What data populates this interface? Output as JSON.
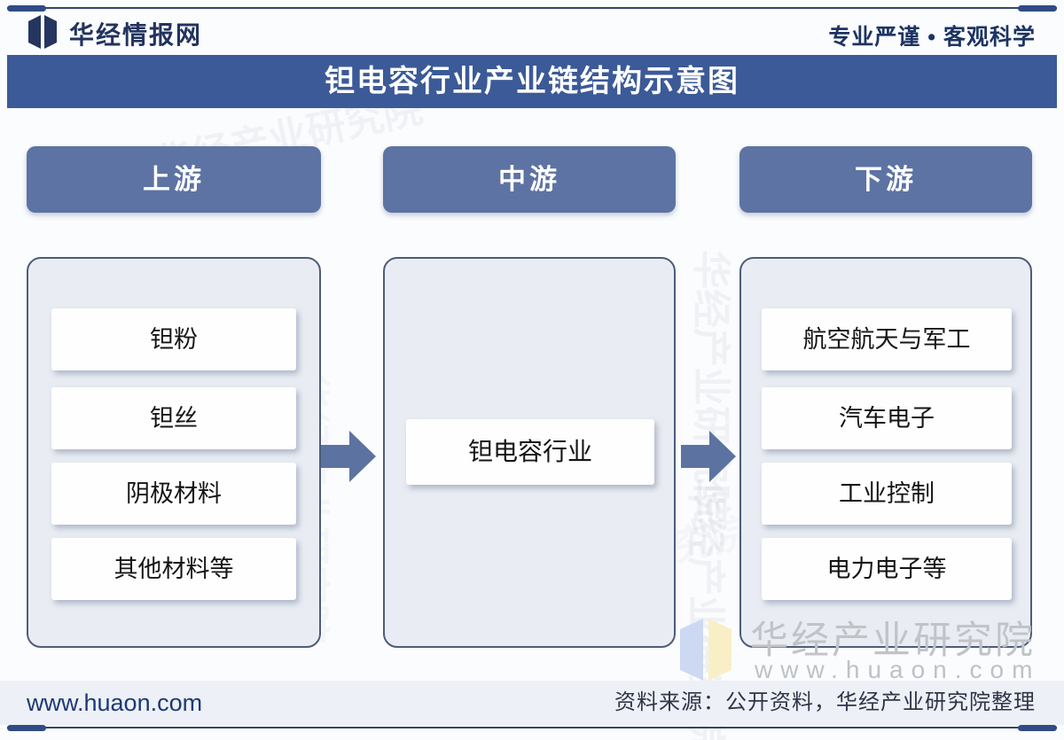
{
  "brand": {
    "logo": "open-book-icon",
    "name": "华经情报网",
    "tagline": "专业严谨 • 客观科学"
  },
  "title": "钽电容行业产业链结构示意图",
  "chain": {
    "upstream": {
      "header": "上游",
      "items": [
        "钽粉",
        "钽丝",
        "阴极材料",
        "其他材料等"
      ]
    },
    "midstream": {
      "header": "中游",
      "items": [
        "钽电容行业"
      ]
    },
    "downstream": {
      "header": "下游",
      "items": [
        "航空航天与军工",
        "汽车电子",
        "工业控制",
        "电力电子等"
      ]
    }
  },
  "arrow_icon": "right-block-arrow",
  "watermark": {
    "brand": "华经产业研究院",
    "url": "www.huaon.com"
  },
  "background_watermark": "华经产业研究院",
  "footer": {
    "site": "www.huaon.com",
    "source": "资料来源：公开资料，华经产业研究院整理"
  },
  "colors": {
    "title_bar": "#3b5a97",
    "header_pill": "#5d73a3",
    "arrow": "#5c73a1",
    "panel_bg": "#e9edf3",
    "panel_border": "#4d5c7a",
    "brand_navy": "#22335e",
    "watermark_gray": "#c0c3c8",
    "footer_bar": "#edf0f6"
  }
}
